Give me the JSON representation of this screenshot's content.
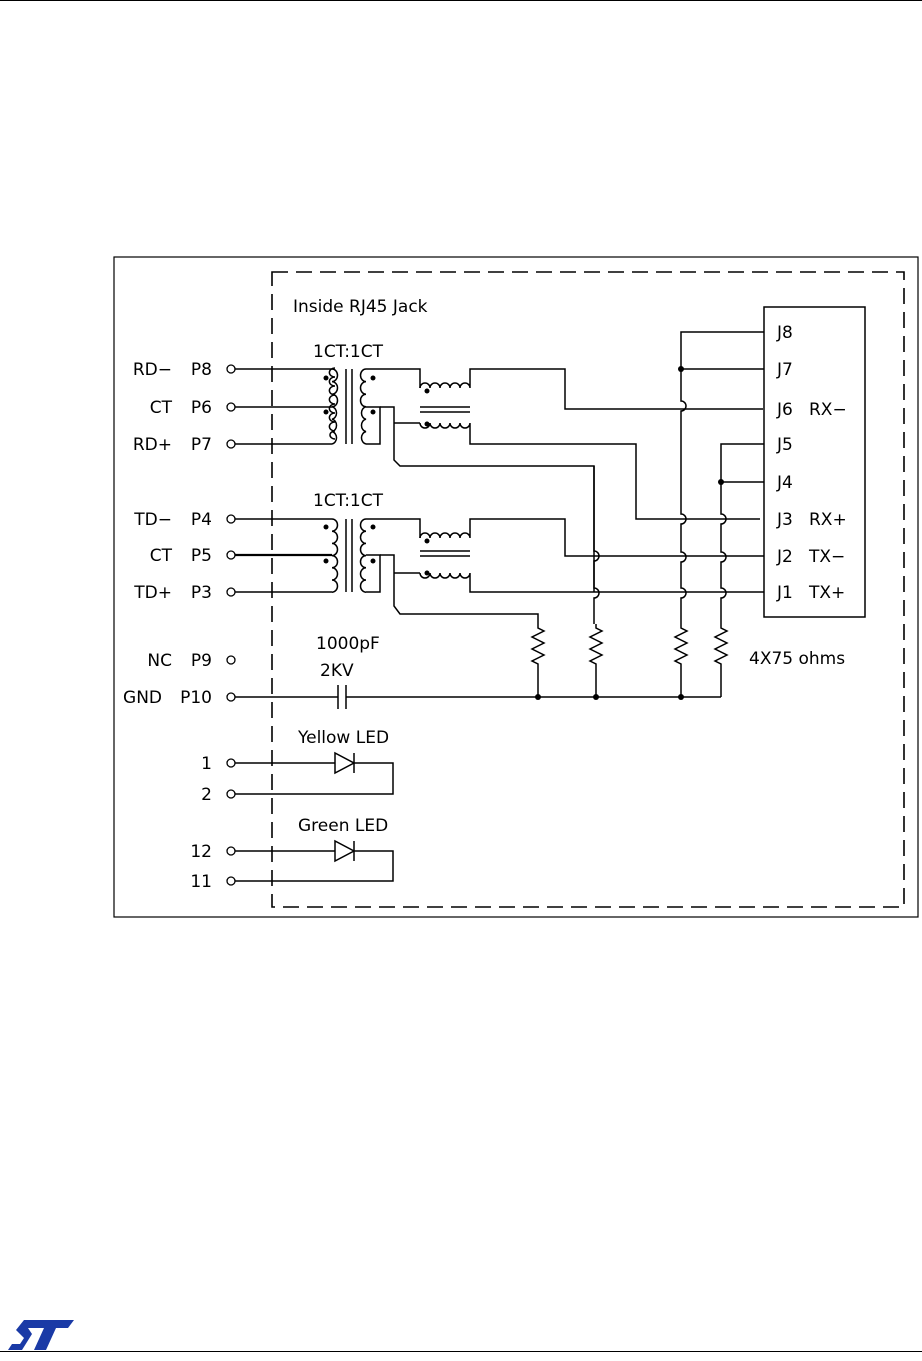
{
  "diagram": {
    "box_label": "Inside RJ45 Jack",
    "left_pins": [
      {
        "name": "RD−",
        "pin": "P8"
      },
      {
        "name": "CT",
        "pin": "P6"
      },
      {
        "name": "RD+",
        "pin": "P7"
      },
      {
        "name": "TD−",
        "pin": "P4"
      },
      {
        "name": "CT",
        "pin": "P5"
      },
      {
        "name": "TD+",
        "pin": "P3"
      },
      {
        "name": "NC",
        "pin": "P9"
      },
      {
        "name": "GND",
        "pin": "P10"
      }
    ],
    "transformer_labels": [
      "1CT:1CT",
      "1CT:1CT"
    ],
    "jack_pins": [
      {
        "pin": "J8",
        "signal": ""
      },
      {
        "pin": "J7",
        "signal": ""
      },
      {
        "pin": "J6",
        "signal": "RX−"
      },
      {
        "pin": "J5",
        "signal": ""
      },
      {
        "pin": "J4",
        "signal": ""
      },
      {
        "pin": "J3",
        "signal": "RX+"
      },
      {
        "pin": "J2",
        "signal": "TX−"
      },
      {
        "pin": "J1",
        "signal": "TX+"
      }
    ],
    "capacitor": {
      "value": "1000pF",
      "rating": "2KV"
    },
    "resistors_label": "4X75  ohms",
    "leds": [
      {
        "label": "Yellow  LED",
        "pins": [
          "1",
          "2"
        ]
      },
      {
        "label": "Green  LED",
        "pins": [
          "12",
          "11"
        ]
      }
    ]
  },
  "footer": {
    "logo": "ST"
  }
}
